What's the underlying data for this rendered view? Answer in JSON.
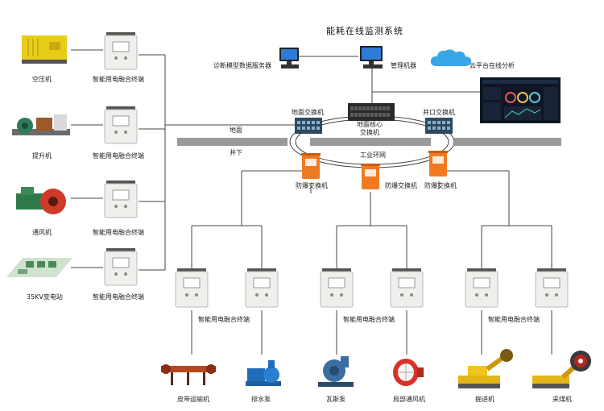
{
  "title": "能耗在线监测系统",
  "top": {
    "diag_server": "诊断模型数据服务器",
    "mgmt": "管理机器",
    "cloud": "云平台在线分析"
  },
  "core": {
    "ground_switch": "地面交换机",
    "core_switch": "地面核心\n交换机",
    "shaft_switch": "井口交换机",
    "ground": "地面",
    "underground": "井下",
    "ring": "工业环网"
  },
  "left_devices": [
    {
      "name": "空压机",
      "terminal": "智能用电融合终端"
    },
    {
      "name": "提升机",
      "terminal": "智能用电融合终端"
    },
    {
      "name": "通风机",
      "terminal": "智能用电融合终端"
    },
    {
      "name": "35KV变电站",
      "terminal": "智能用电融合终端"
    }
  ],
  "ex_switches": [
    "防爆交换机",
    "防爆交换机",
    "防爆交换机"
  ],
  "group_terminals": [
    "智能用电融合终端",
    "智能用电融合终端",
    "智能用电融合终端"
  ],
  "bottom_devices": [
    "皮带运输机",
    "排水泵",
    "瓦斯泵",
    "局部通风机",
    "掘进机",
    "采煤机"
  ],
  "colors": {
    "cabinet": "#eef0ec",
    "orange": "#f07a22",
    "yellow": "#e8cc1a",
    "monitor": "#2c7bd6",
    "cloud": "#39a6e8",
    "bar": "#9a9a9a"
  }
}
